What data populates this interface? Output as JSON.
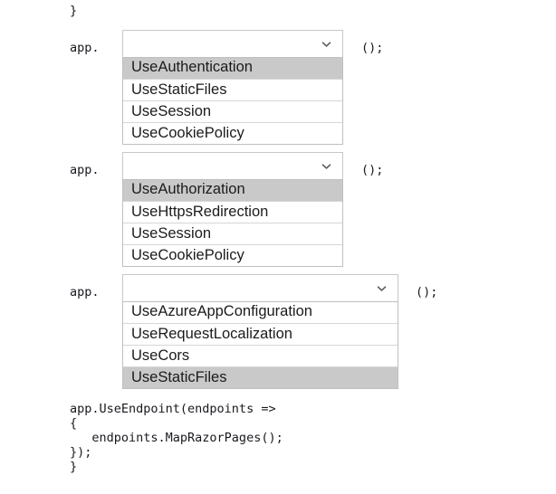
{
  "code": {
    "brace_top": "}",
    "app_label": "app.",
    "call_suffix": "();",
    "trailing_block": "app.UseEndpoint(endpoints =>\n{\n   endpoints.MapRazorPages();\n});\n}"
  },
  "icons": {
    "chevron_down": "chevron-down-icon"
  },
  "colors": {
    "highlight": "#c9c9c9",
    "border": "#c0c0c0",
    "item_separator": "#d6d6d6",
    "text": "#1b1b1b",
    "code_text": "#18181f",
    "background": "#ffffff"
  },
  "combos": [
    {
      "id": "combo-1",
      "value": "",
      "placeholder": "",
      "selected_index": 0,
      "options": [
        "UseAuthentication",
        "UseStaticFiles",
        "UseSession",
        "UseCookiePolicy"
      ]
    },
    {
      "id": "combo-2",
      "value": "",
      "placeholder": "",
      "selected_index": 0,
      "options": [
        "UseAuthorization",
        "UseHttpsRedirection",
        "UseSession",
        "UseCookiePolicy"
      ]
    },
    {
      "id": "combo-3",
      "value": "",
      "placeholder": "",
      "selected_index": 3,
      "options": [
        "UseAzureAppConfiguration",
        "UseRequestLocalization",
        "UseCors",
        "UseStaticFiles"
      ]
    }
  ]
}
